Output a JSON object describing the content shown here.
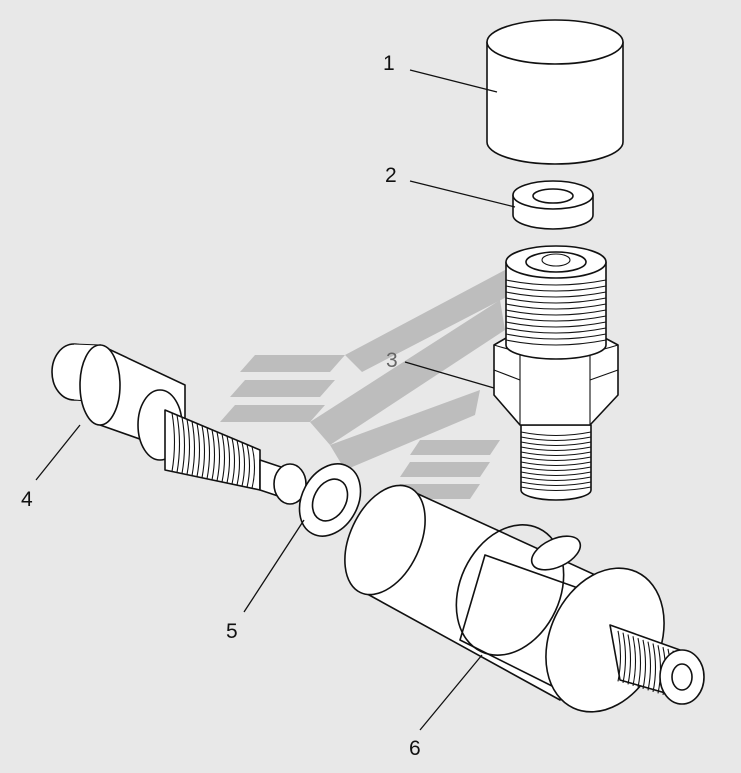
{
  "diagram": {
    "callouts": [
      {
        "id": "1",
        "label": "1"
      },
      {
        "id": "2",
        "label": "2"
      },
      {
        "id": "3",
        "label": "3"
      },
      {
        "id": "4",
        "label": "4"
      },
      {
        "id": "5",
        "label": "5"
      },
      {
        "id": "6",
        "label": "6"
      }
    ],
    "colors": {
      "background": "#e8e8e8",
      "watermark": "#bdbdbd",
      "line": "#111111",
      "part_fill": "#ffffff"
    }
  }
}
